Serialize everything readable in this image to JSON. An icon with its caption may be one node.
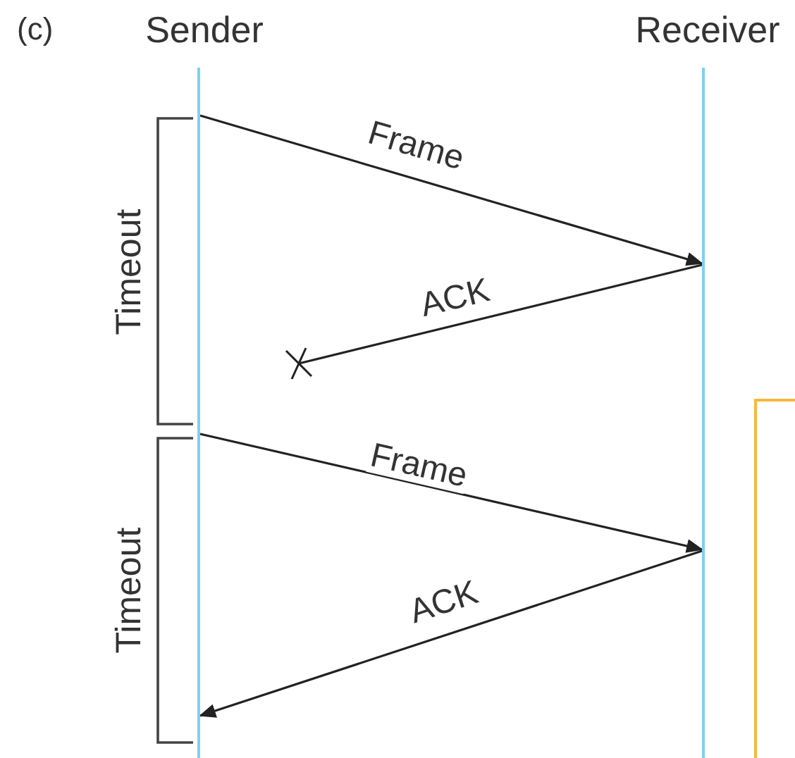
{
  "diagram": {
    "nodes": [
      {
        "text": [],
        "shape": "bar",
        "beside": [
          "Sender"
        ]
      },
      {
        "text": [],
        "shape": "bar",
        "beside": [
          "Receiver"
        ]
      }
    ],
    "edges": [
      {
        "from": 0,
        "to": 1,
        "arrow": "to",
        "label": "Frame"
      },
      {
        "from": 1,
        "to": null,
        "arrow": "none",
        "label": "ACK"
      },
      {
        "from": 0,
        "to": 1,
        "arrow": "to",
        "label": "Frame"
      },
      {
        "from": 1,
        "to": 0,
        "arrow": "to",
        "label": "ACK"
      }
    ],
    "labels": [
      "(c)",
      "Timeout",
      "Timeout"
    ]
  }
}
